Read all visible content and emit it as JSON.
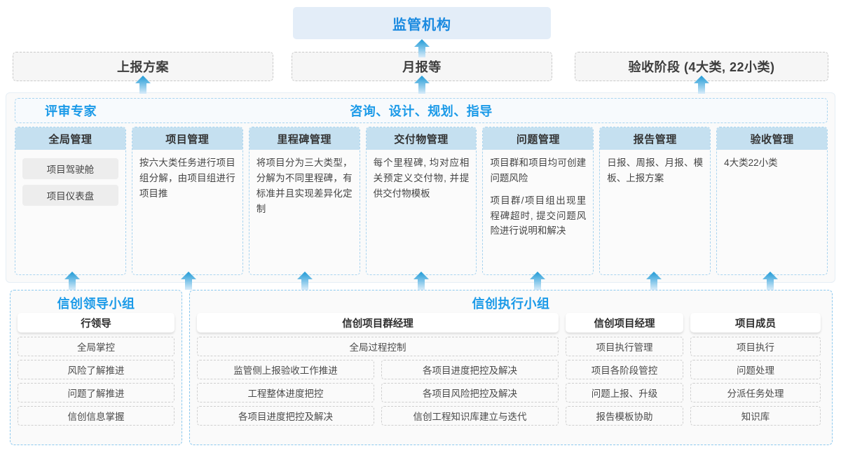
{
  "authority": {
    "label": "监管机构"
  },
  "reports": [
    {
      "label": "上报方案"
    },
    {
      "label": "月报等"
    },
    {
      "label": "验收阶段 (4大类, 22小类)"
    }
  ],
  "mid_panel": {
    "left_title": "评审专家",
    "center_title": "咨询、设计、规划、指导",
    "columns": [
      {
        "head": "全局管理",
        "kind": "chips",
        "chips": [
          "项目驾驶舱",
          "项目仪表盘"
        ],
        "paragraphs": []
      },
      {
        "head": "项目管理",
        "kind": "text",
        "chips": [],
        "paragraphs": [
          "按六大类任务进行项目组分解，由项目组进行项目推"
        ]
      },
      {
        "head": "里程碑管理",
        "kind": "text",
        "chips": [],
        "paragraphs": [
          "将项目分为三大类型，分解为不同里程碑，有标准并且实现差异化定制"
        ]
      },
      {
        "head": "交付物管理",
        "kind": "text",
        "chips": [],
        "paragraphs": [
          "每个里程碑, 均对应相关预定义交付物, 并提供交付物模板"
        ]
      },
      {
        "head": "问题管理",
        "kind": "text",
        "chips": [],
        "paragraphs": [
          "项目群和项目均可创建问题风险",
          "项目群/项目组出现里程碑超时, 提交问题风险进行说明和解决"
        ]
      },
      {
        "head": "报告管理",
        "kind": "text",
        "chips": [],
        "paragraphs": [
          "日报、周报、月报、模板、上报方案"
        ]
      },
      {
        "head": "验收管理",
        "kind": "text",
        "chips": [],
        "paragraphs": [
          "4大类22小类"
        ]
      }
    ]
  },
  "leader_group": {
    "title": "信创领导小组",
    "role": "行领导",
    "items": [
      "全局掌控",
      "风险了解推进",
      "问题了解推进",
      "信创信息掌握"
    ]
  },
  "exec_group": {
    "title": "信创执行小组",
    "program_manager": {
      "role": "信创项目群经理",
      "full_width_item": "全局过程控制",
      "left_items": [
        "监管侧上报验收工作推进",
        "工程整体进度把控",
        "各项目进度把控及解决"
      ],
      "right_items": [
        "各项目进度把控及解决",
        "各项目风险把控及解决",
        "信创工程知识库建立与迭代"
      ]
    },
    "project_manager": {
      "role": "信创项目经理",
      "items": [
        "项目执行管理",
        "项目各阶段管控",
        "问题上报、升级",
        "报告模板协助"
      ]
    },
    "project_member": {
      "role": "项目成员",
      "items": [
        "项目执行",
        "问题处理",
        "分派任务处理",
        "知识库"
      ]
    }
  },
  "arrows": {
    "icon": "arrow-up-icon",
    "color_top": "#1f9ad6",
    "color_bottom": "#cfe8f7"
  },
  "colors": {
    "accent_blue": "#1b9ae8",
    "header_fill": "#c5e0f0",
    "authority_fill": "#e3edf8",
    "dashed_blue": "#a9d4ef",
    "dashed_gray": "#c9c9c9"
  }
}
